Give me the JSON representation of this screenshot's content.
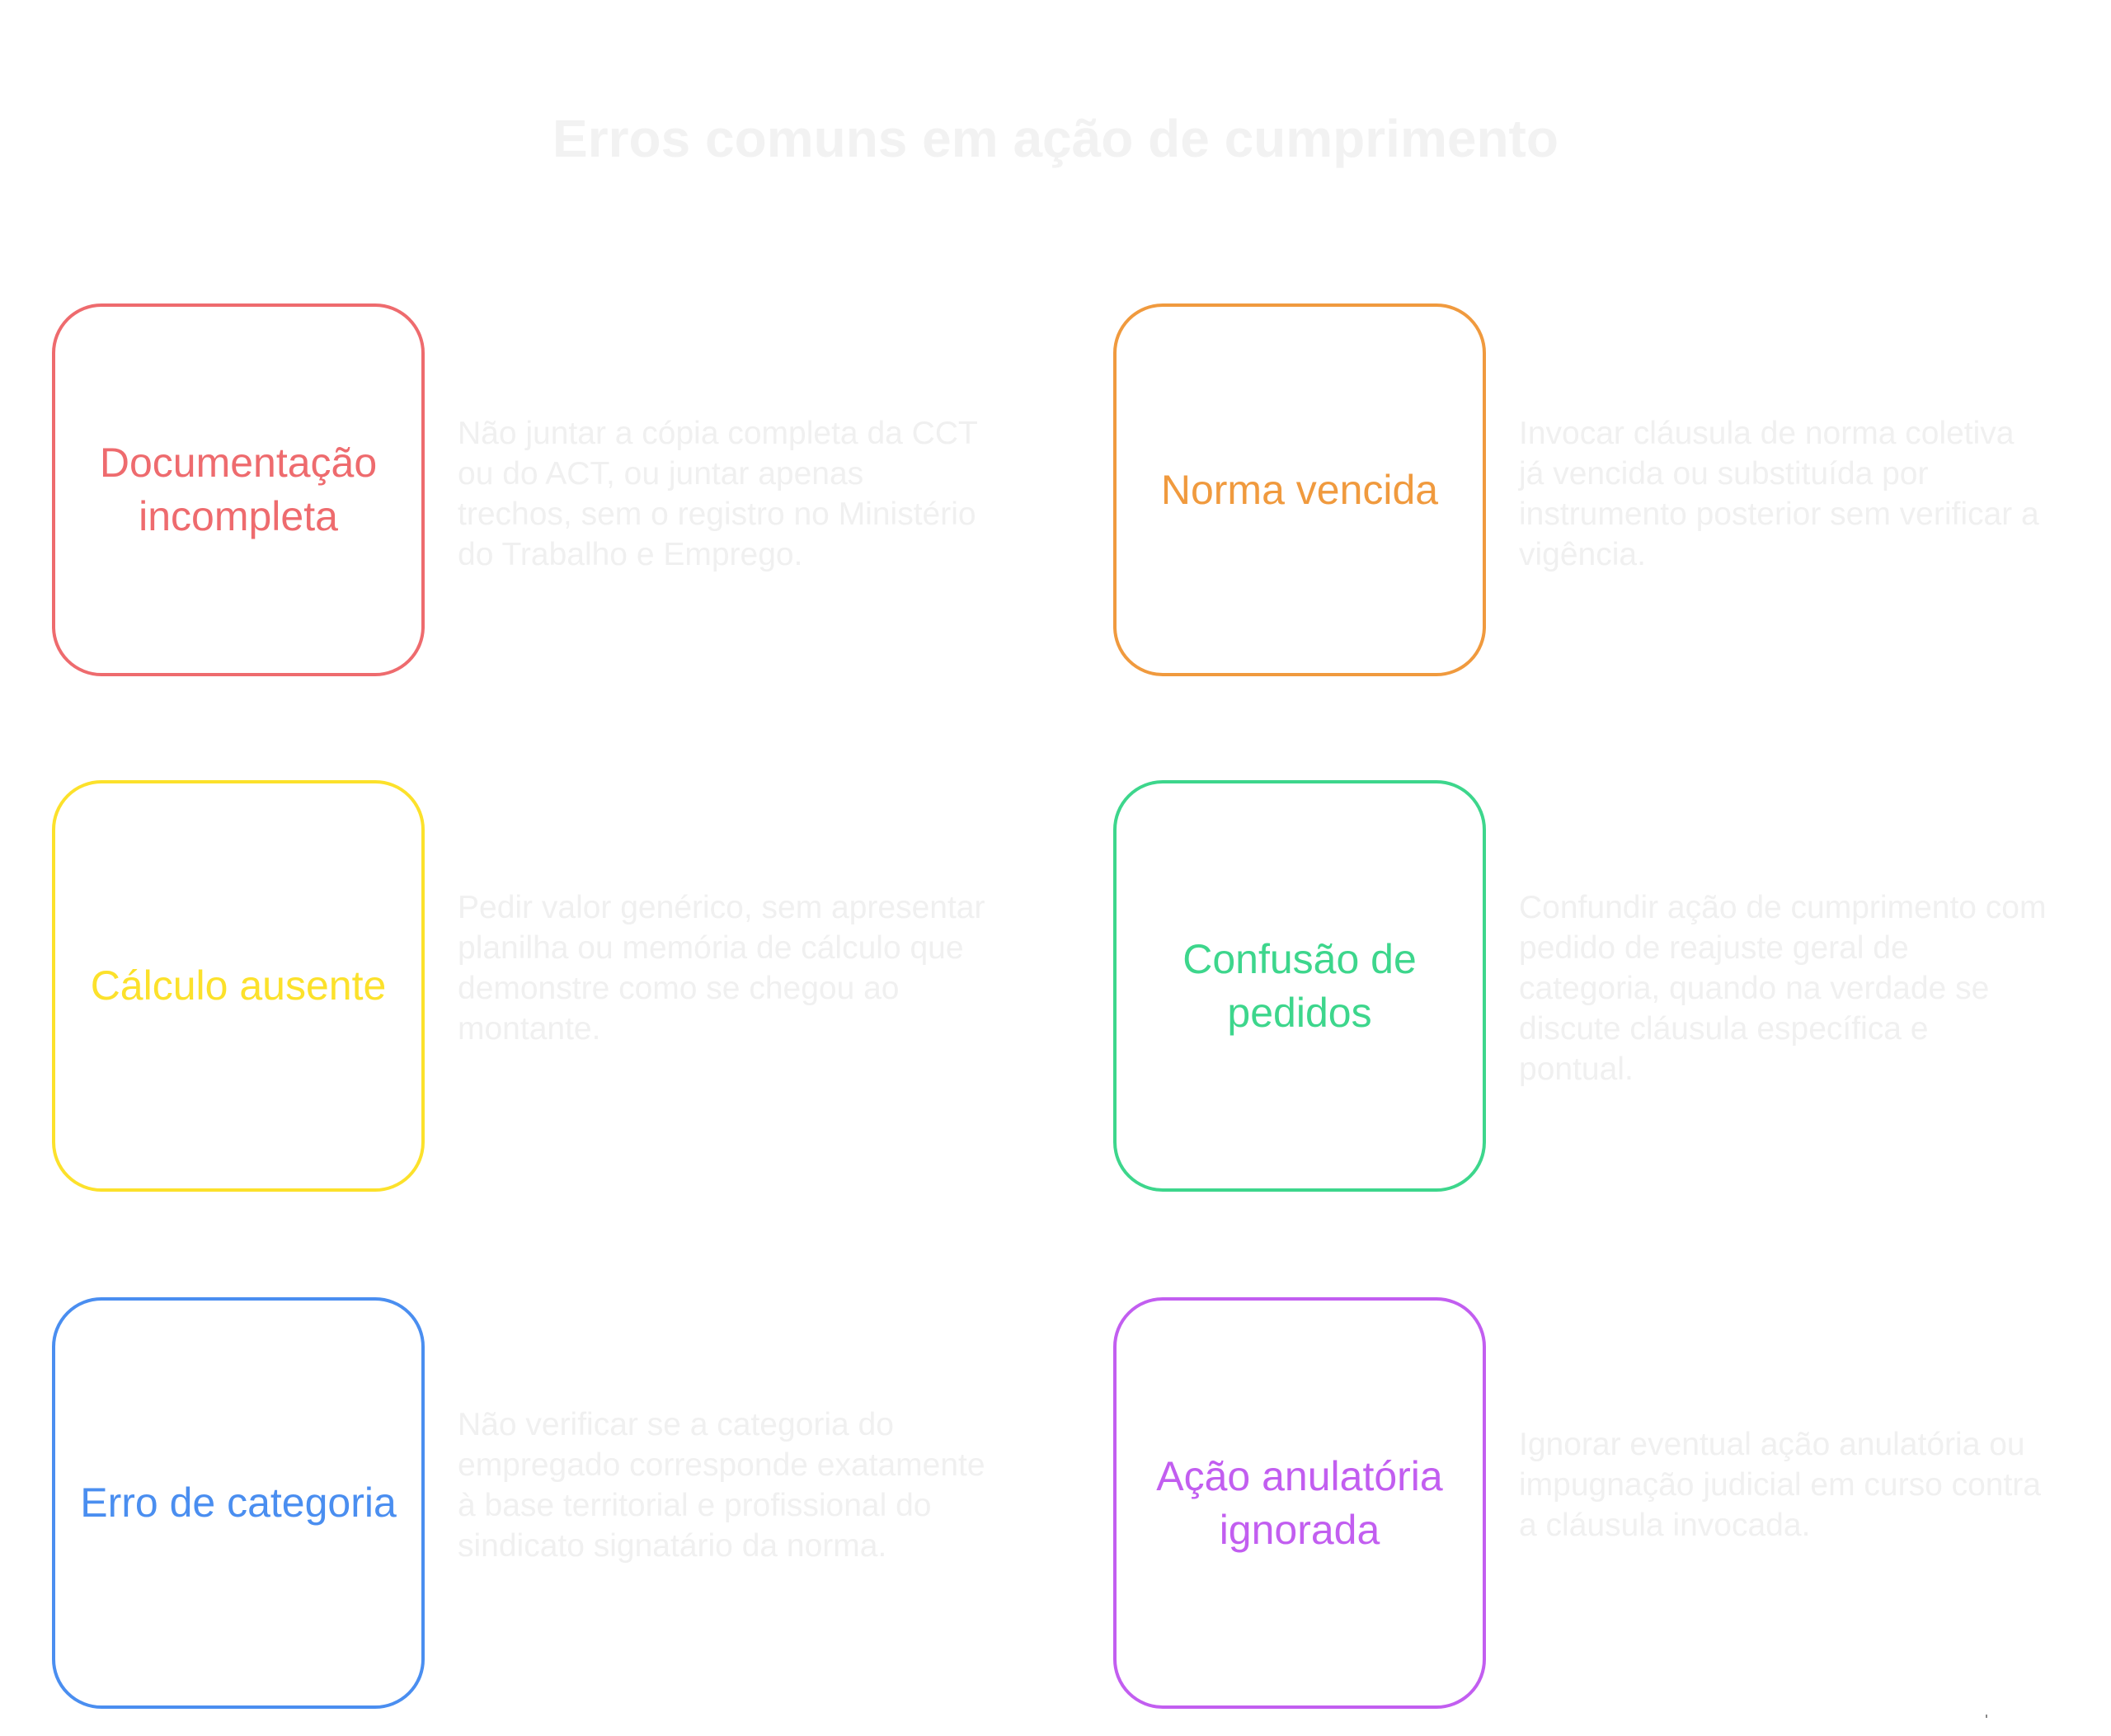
{
  "title": "Erros comuns em ação de cumprimento",
  "items": [
    {
      "label": "Documentação incompleta",
      "description": "Não juntar a cópia completa da CCT ou do ACT, ou juntar apenas trechos, sem o registro no Ministério do Trabalho e Emprego.",
      "color": "#ee6b6e"
    },
    {
      "label": "Norma vencida",
      "description": "Invocar cláusula de norma coletiva já vencida ou substituída por instrumento posterior sem verificar a vigência.",
      "color": "#f09a3e"
    },
    {
      "label": "Cálculo ausente",
      "description": "Pedir valor genérico, sem apresentar planilha ou memória de cálculo que demonstre como se chegou ao montante.",
      "color": "#fce12b"
    },
    {
      "label": "Confusão de pedidos",
      "description": "Confundir ação de cumprimento com pedido de reajuste geral de categoria, quando na verdade se discute cláusula específica e pontual.",
      "color": "#3dd68c"
    },
    {
      "label": "Erro de categoria",
      "description": "Não verificar se a categoria do empregado corresponde exatamente à base territorial e profissional do sindicato signatário da norma.",
      "color": "#4a8ef0"
    },
    {
      "label": "Ação anulatória ignorada",
      "description": "Ignorar eventual ação anulatória ou impugnação judicial em curso contra a cláusula invocada.",
      "color": "#c25ef0"
    }
  ]
}
